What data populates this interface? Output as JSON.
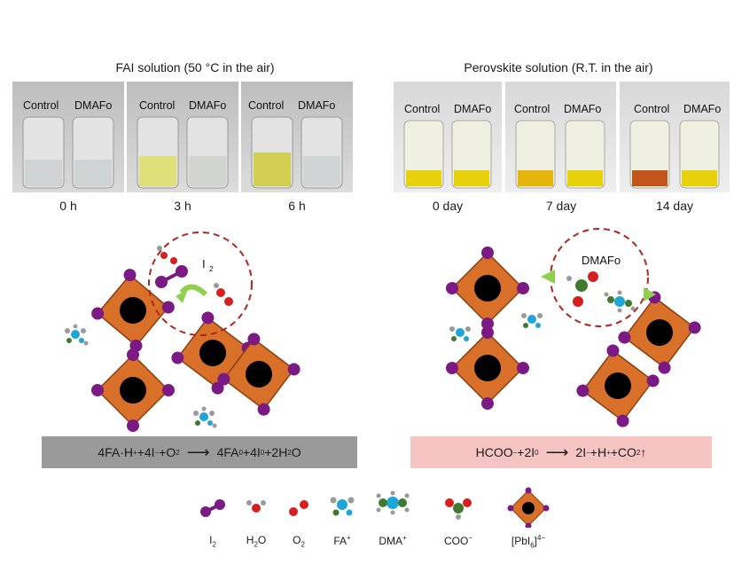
{
  "top_left": {
    "title": "FAI solution (50 °C in the air)",
    "panels": [
      {
        "labels": [
          "Control",
          "DMAFo"
        ],
        "time": "0 h"
      },
      {
        "labels": [
          "Control",
          "DMAFo"
        ],
        "time": "3 h"
      },
      {
        "labels": [
          "Control",
          "DMAFo"
        ],
        "time": "6 h"
      }
    ]
  },
  "top_right": {
    "title": "Perovskite solution (R.T. in the air)",
    "panels": [
      {
        "labels": [
          "Control",
          "DMAFo"
        ],
        "time": "0 day"
      },
      {
        "labels": [
          "Control",
          "DMAFo"
        ],
        "time": "7 day"
      },
      {
        "labels": [
          "Control",
          "DMAFo"
        ],
        "time": "14 day"
      }
    ]
  },
  "left_scheme": {
    "bubble_label": "I",
    "bubble_label_sub": "2",
    "equation": {
      "part1": "4FA·H",
      "sup1": "+",
      "part2": "+4I",
      "sup2": "−",
      "part3": " +O",
      "sub3": "2",
      "arrow": "⟶",
      "part4": "4FA",
      "sup4": "0",
      "part5": "+4I",
      "sup5": "0",
      "part6": " +2H",
      "sub6": "2",
      "part7": "O"
    },
    "box_color": "#9a9a9a"
  },
  "right_scheme": {
    "bubble_label": "DMAFo",
    "equation": {
      "part1": "HCOO",
      "sup1": "−",
      "part2": "+2I",
      "sup2": "0",
      "arrow": "⟶",
      "part3": "2I",
      "sup3": "−",
      "part4": "+H",
      "sup4": "+",
      "part5": "+CO",
      "sub5": "2",
      "part6": "↑"
    },
    "box_color": "#f7c4c4"
  },
  "legend": [
    {
      "name": "i2",
      "label": "I",
      "sub": "2",
      "sup": ""
    },
    {
      "name": "h2o",
      "label": "H",
      "sub": "2",
      "tail": "O",
      "sup": ""
    },
    {
      "name": "o2",
      "label": "O",
      "sub": "2",
      "sup": ""
    },
    {
      "name": "fa",
      "label": "FA",
      "sup": "+"
    },
    {
      "name": "dma",
      "label": "DMA",
      "sup": "+"
    },
    {
      "name": "coo",
      "label": "COO",
      "sup": "−"
    },
    {
      "name": "pbi6",
      "label": "[PbI",
      "sub": "6",
      "tail": "]",
      "sup": "4−"
    }
  ],
  "colors": {
    "octahedron": "#d9702a",
    "lead": "#000000",
    "iodide": "#7b1a85",
    "oxygen": "#d61f1f",
    "carbon": "#3f7a2e",
    "nitrogen": "#1fa6d9",
    "hydrogen": "#9a9a9a",
    "arrow": "#8fd14f",
    "dashed_circle": "#b3241f"
  }
}
